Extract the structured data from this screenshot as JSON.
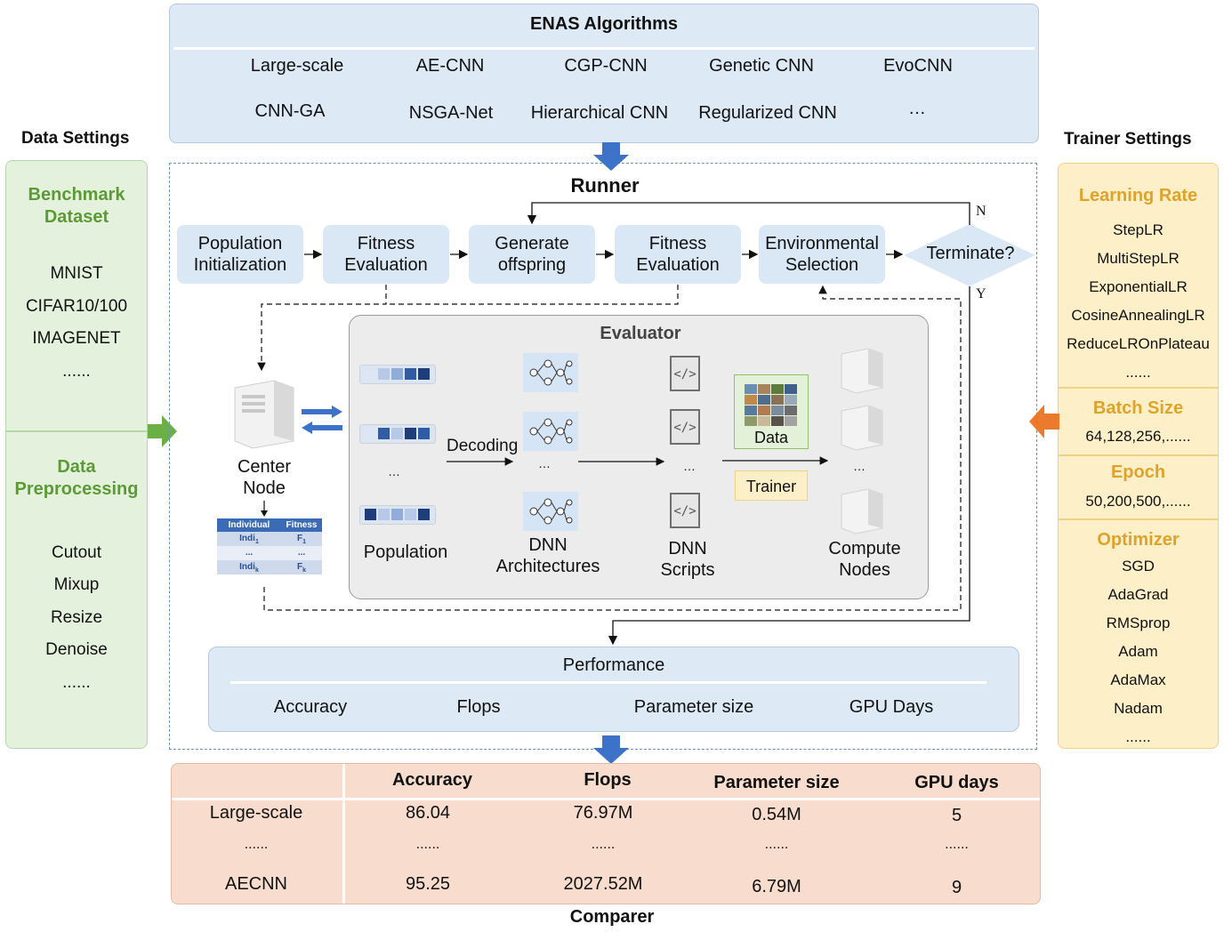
{
  "enas": {
    "title": "ENAS Algorithms",
    "algorithms": [
      "Large-scale",
      "AE-CNN",
      "CGP-CNN",
      "Genetic CNN",
      "EvoCNN",
      "CNN-GA",
      "NSGA-Net",
      "Hierarchical CNN",
      "Regularized CNN",
      "…"
    ]
  },
  "data_settings": {
    "title": "Data Settings",
    "benchmark_title": "Benchmark\nDataset",
    "benchmark_items": [
      "MNIST",
      "CIFAR10/100",
      "IMAGENET",
      "......"
    ],
    "preprocessing_title": "Data\nPreprocessing",
    "preprocessing_items": [
      "Cutout",
      "Mixup",
      "Resize",
      "Denoise",
      "......"
    ],
    "colors": {
      "panel": "#e4f2dd",
      "heading": "#5b9b34",
      "arrow": "#6ab045"
    }
  },
  "trainer_settings": {
    "title": "Trainer Settings",
    "lr_title": "Learning Rate",
    "lr_items": [
      "StepLR",
      "MultiStepLR",
      "ExponentialLR",
      "CosineAnnealingLR",
      "ReduceLROnPlateau",
      "......"
    ],
    "batch_title": "Batch Size",
    "batch_value": "64,128,256,......",
    "epoch_title": "Epoch",
    "epoch_value": "50,200,500,......",
    "optimizer_title": "Optimizer",
    "optimizer_items": [
      "SGD",
      "AdaGrad",
      "RMSprop",
      "Adam",
      "AdaMax",
      "Nadam",
      "......"
    ],
    "colors": {
      "panel": "#fdf0c8",
      "heading": "#e0a22a",
      "arrow": "#ec7a2c"
    }
  },
  "runner": {
    "title": "Runner",
    "stages": [
      "Population\nInitialization",
      "Fitness\nEvaluation",
      "Generate\noffspring",
      "Fitness\nEvaluation",
      "Environmental\nSelection"
    ],
    "decision": "Terminate?",
    "no_label": "N",
    "yes_label": "Y"
  },
  "center_node": {
    "label": "Center\nNode",
    "table_headers": [
      "Individual",
      "Fitness"
    ],
    "table_rows": [
      [
        "Indi",
        "1",
        "F",
        "1"
      ],
      [
        "...",
        "",
        "...",
        ""
      ],
      [
        "Indi",
        "k",
        "F",
        "k"
      ]
    ]
  },
  "evaluator": {
    "title": "Evaluator",
    "population_label": "Population",
    "decoding_label": "Decoding",
    "dnn_arch_label": "DNN\nArchitectures",
    "dnn_scripts_label": "DNN\nScripts",
    "data_label": "Data",
    "trainer_label": "Trainer",
    "compute_label": "Compute\nNodes",
    "ellipsis": "...",
    "ellipsis_alt": "…",
    "script_glyph": "</>"
  },
  "performance": {
    "title": "Performance",
    "metrics": [
      "Accuracy",
      "Flops",
      "Parameter size",
      "GPU Days"
    ]
  },
  "comparer": {
    "title": "Comparer",
    "headers": [
      "Accuracy",
      "Flops",
      "Parameter size",
      "GPU days"
    ],
    "rows": [
      [
        "Large-scale",
        "86.04",
        "76.97M",
        "0.54M",
        "5"
      ],
      [
        "......",
        "......",
        "......",
        "......",
        "......"
      ],
      [
        "AECNN",
        "95.25",
        "2027.52M",
        "6.79M",
        "9"
      ]
    ]
  },
  "colors": {
    "blue_box": "#dde9f5",
    "blue_arrow": "#3c73c8",
    "comparer": "#f8dccd",
    "evaluator": "#ececec"
  }
}
